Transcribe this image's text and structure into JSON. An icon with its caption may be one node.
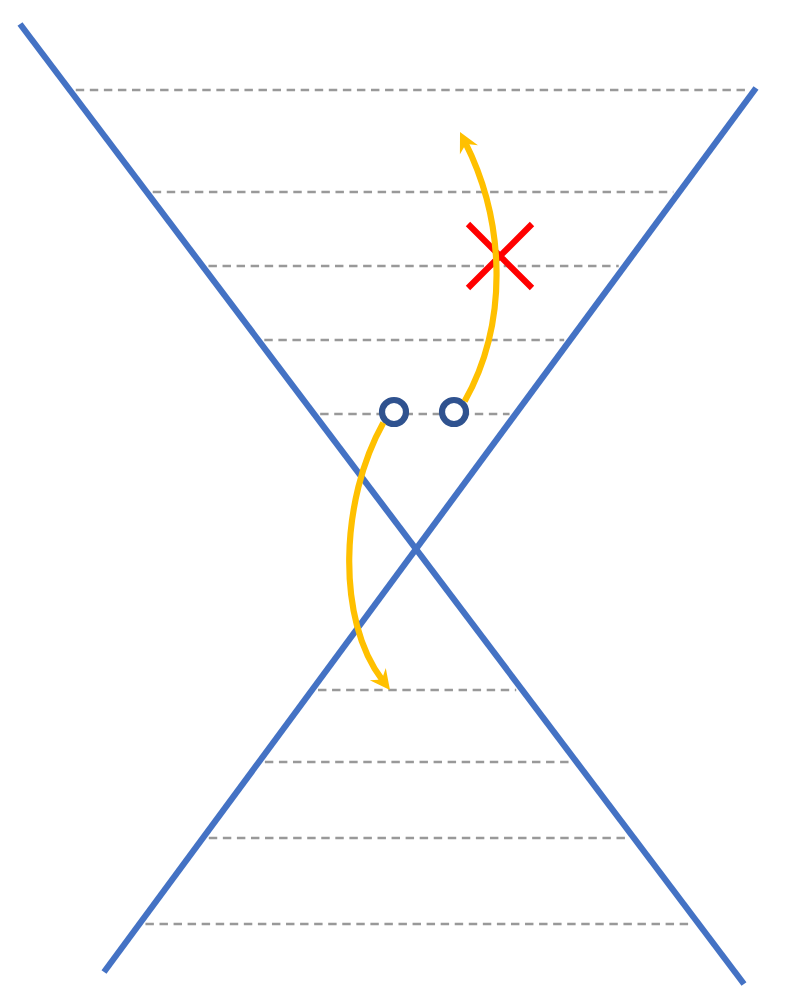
{
  "diagram": {
    "nodes": [
      {
        "text": [],
        "shape": "circle"
      },
      {
        "text": [],
        "shape": "circle"
      }
    ],
    "edges": [
      {
        "from": 0,
        "to": null,
        "arrow": "to"
      },
      {
        "from": 1,
        "to": null,
        "arrow": "to"
      }
    ]
  }
}
